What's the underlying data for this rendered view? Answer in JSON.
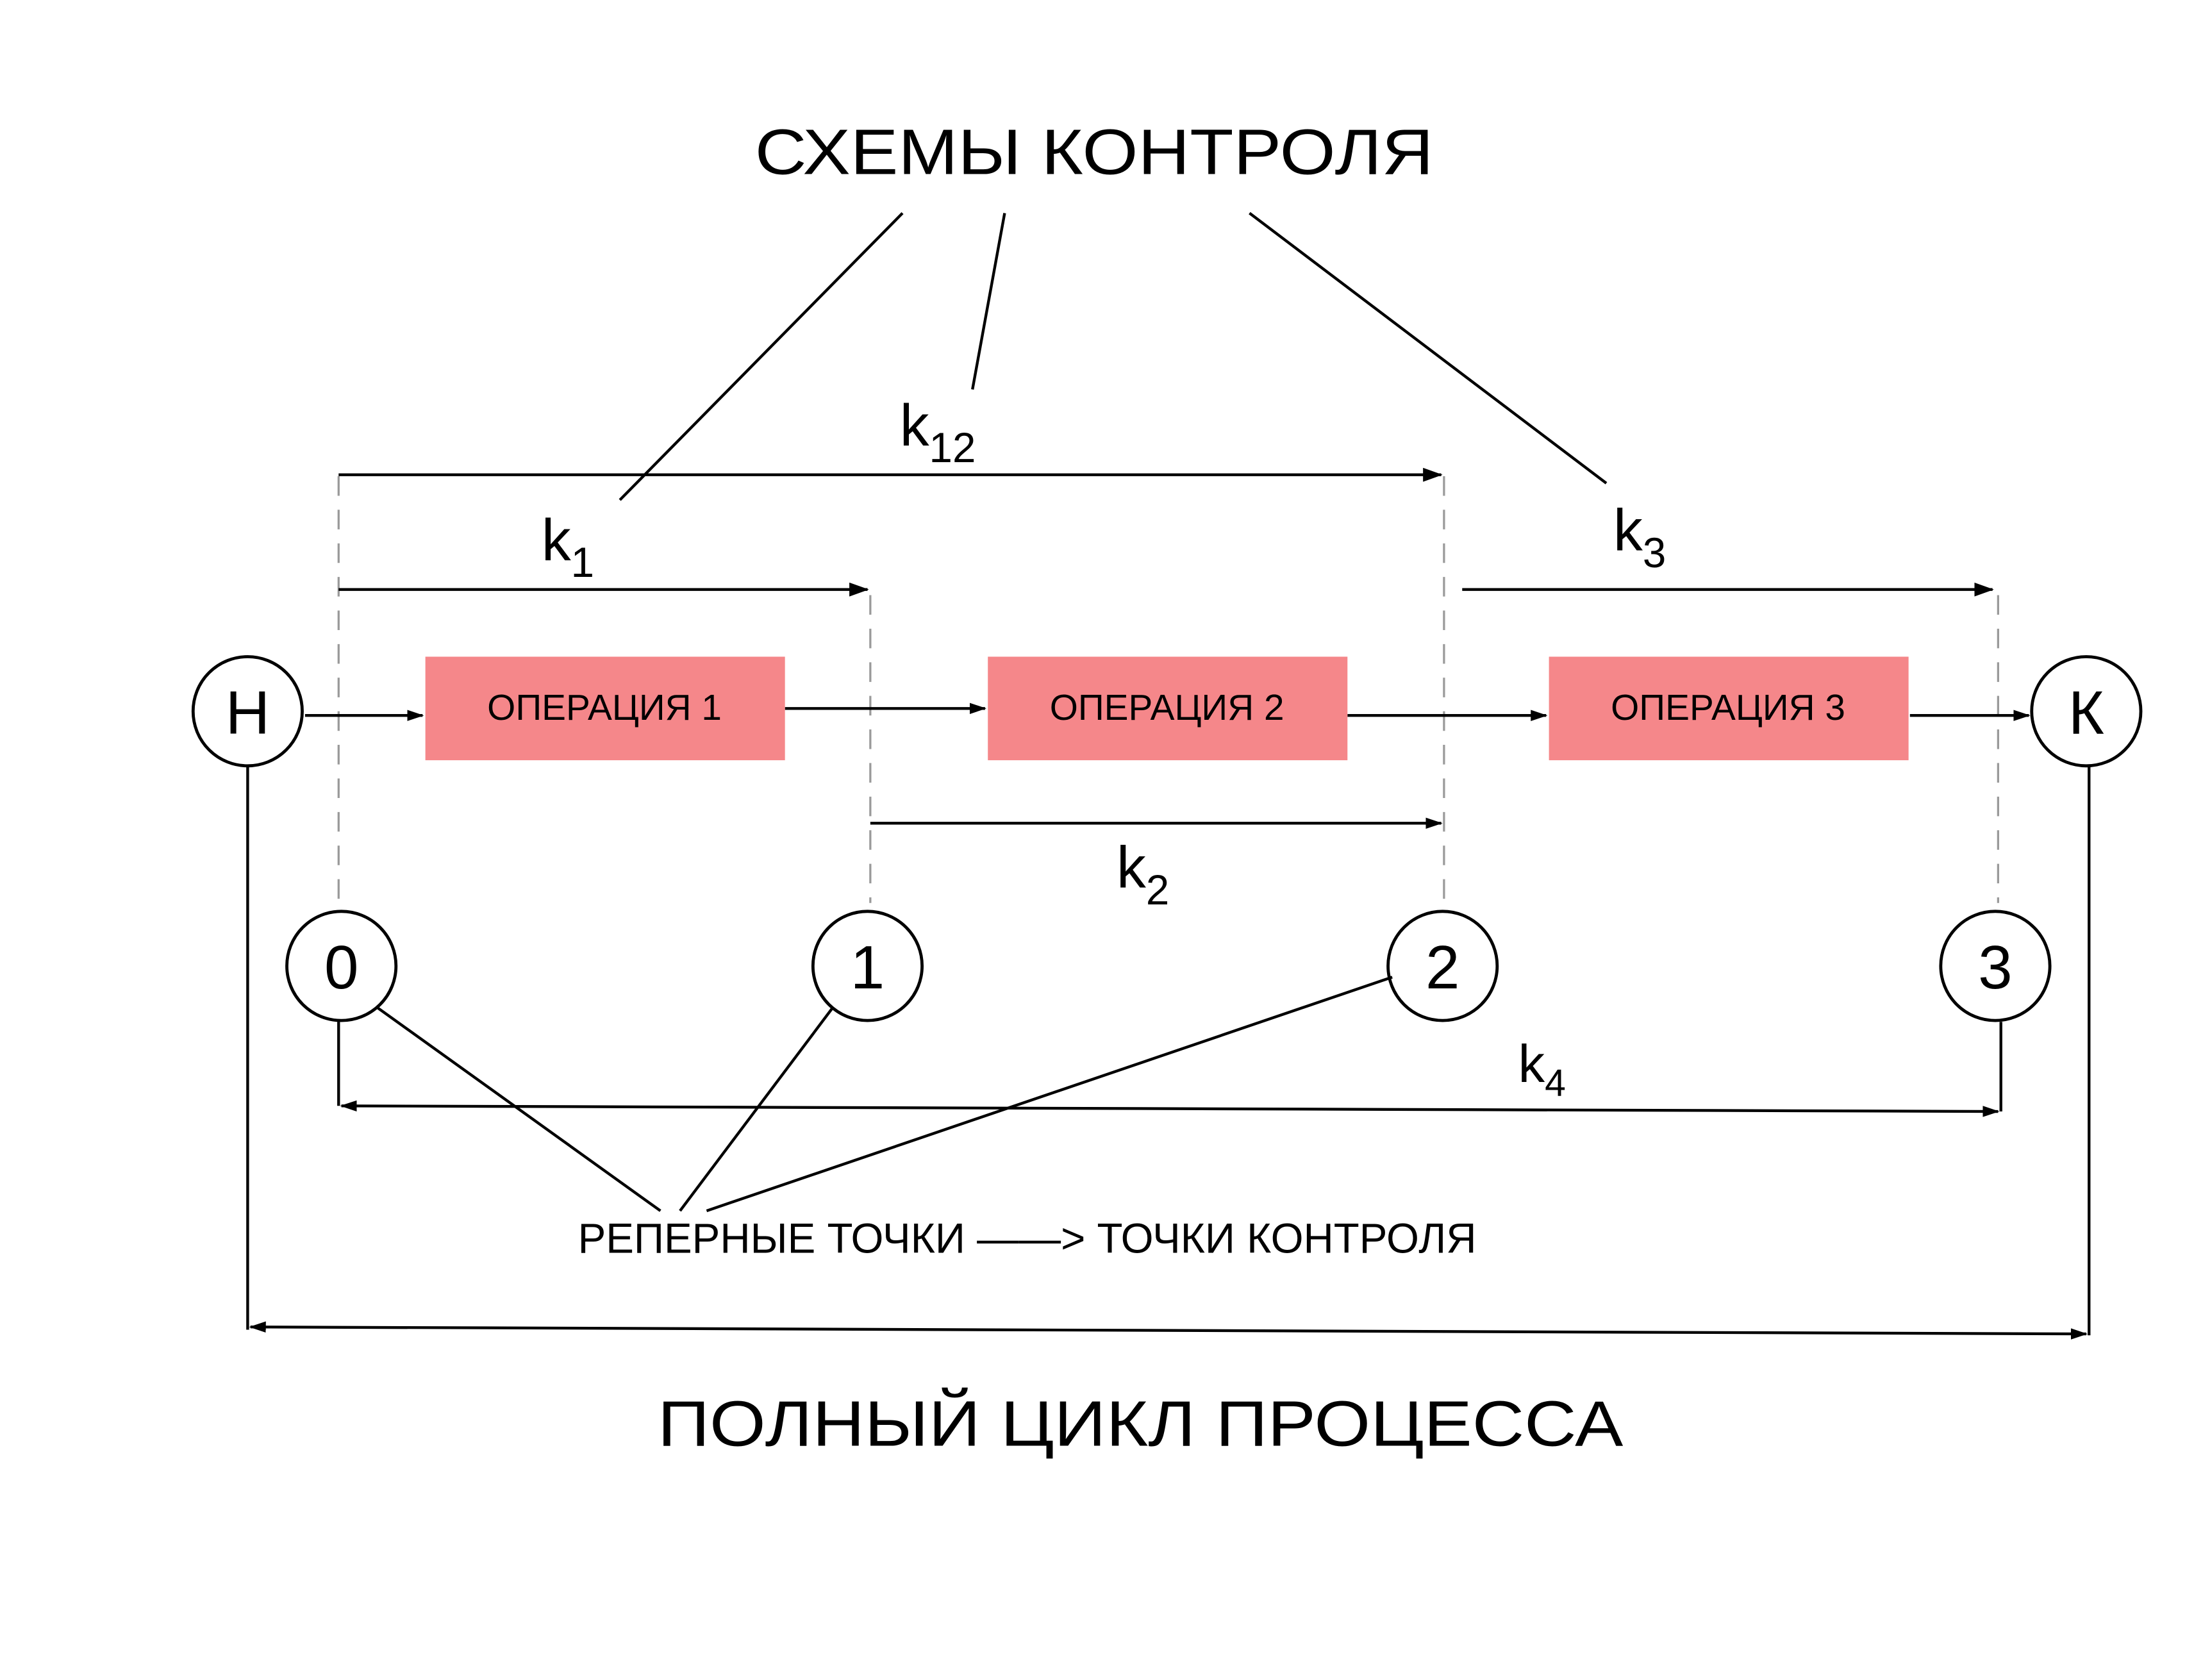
{
  "title": "СХЕМЫ КОНТРОЛЯ",
  "footer": "ПОЛНЫЙ ЦИКЛ ПРОЦЕССА",
  "start_node": "Н",
  "end_node": "К",
  "operations": [
    {
      "label": "ОПЕРАЦИЯ 1"
    },
    {
      "label": "ОПЕРАЦИЯ 2"
    },
    {
      "label": "ОПЕРАЦИЯ 3"
    }
  ],
  "reference_points": [
    "0",
    "1",
    "2",
    "3"
  ],
  "control_schemes": [
    {
      "base": "k",
      "sub": "12"
    },
    {
      "base": "k",
      "sub": "1"
    },
    {
      "base": "k",
      "sub": "3"
    },
    {
      "base": "k",
      "sub": "2"
    },
    {
      "base": "k",
      "sub": "4"
    }
  ],
  "reference_caption": {
    "left": "РЕПЕРНЫЕ ТОЧКИ",
    "arrow": "——>",
    "right": "ТОЧКИ КОНТРОЛЯ"
  },
  "colors": {
    "operation_fill": "#f5878a",
    "stroke": "#000000",
    "guide": "#9a9a9a"
  }
}
